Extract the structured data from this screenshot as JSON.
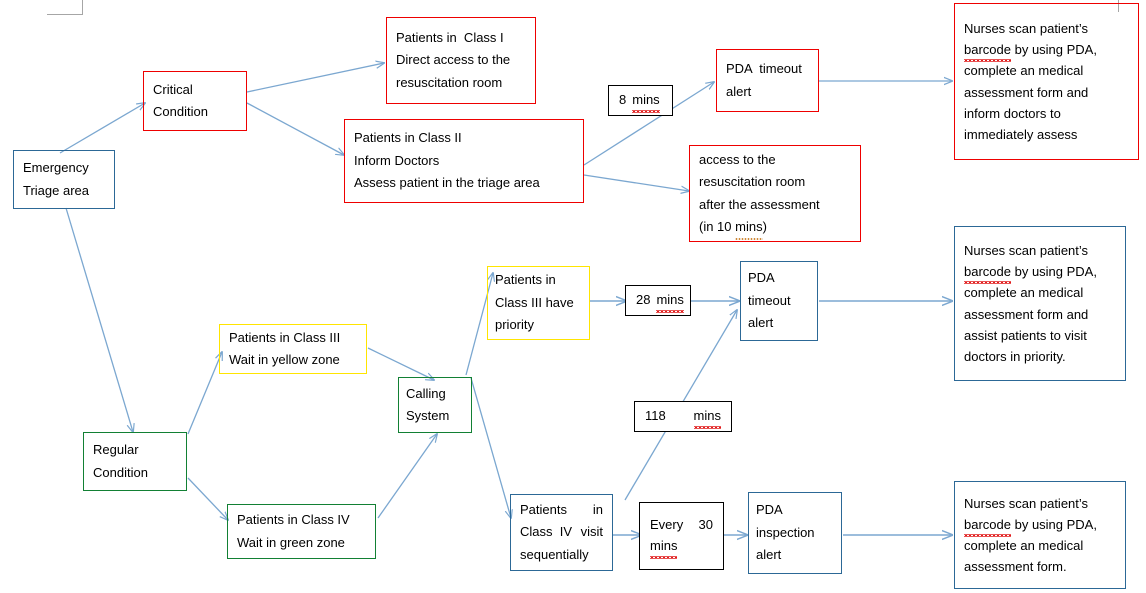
{
  "diagram": {
    "title": "Emergency Triage PDA Workflow",
    "colors": {
      "red": "#ee0000",
      "blue": "#2c6896",
      "green": "#128034",
      "yellow": "#ffe500",
      "black": "#000000",
      "arrow": "#7ba7d0"
    },
    "nodes": [
      {
        "id": "emergency-triage-area",
        "name": "emergency-triage-area-box",
        "border": "blue",
        "lines": [
          "Emergency",
          "Triage area"
        ]
      },
      {
        "id": "critical-condition",
        "name": "critical-condition-box",
        "border": "red",
        "lines": [
          "Critical",
          "Condition"
        ]
      },
      {
        "id": "regular-condition",
        "name": "regular-condition-box",
        "border": "green",
        "lines": [
          "Regular",
          "Condition"
        ]
      },
      {
        "id": "patients-class-i",
        "name": "patients-class-i-box",
        "border": "red",
        "lines": [
          "Patients in  Class I",
          "Direct access to the",
          "resuscitation room"
        ]
      },
      {
        "id": "patients-class-ii",
        "name": "patients-class-ii-box",
        "border": "red",
        "lines": [
          "Patients in Class II",
          "Inform Doctors",
          "Assess patient in the triage area"
        ]
      },
      {
        "id": "access-resuscitation",
        "name": "access-resuscitation-room-box",
        "border": "red",
        "lines": [
          "access to the",
          "resuscitation room",
          "after the assessment",
          "(in 10 mins)"
        ]
      },
      {
        "id": "pda-timeout-alert-top",
        "name": "pda-timeout-alert-top-box",
        "border": "red",
        "lines": [
          "PDA  timeout",
          "alert"
        ]
      },
      {
        "id": "nurses-action-top",
        "name": "nurses-action-top-box",
        "border": "red",
        "lines": [
          "Nurses scan patient’s",
          "barcode by using PDA,",
          "complete an medical",
          "assessment form and",
          "inform doctors to",
          "immediately assess"
        ]
      },
      {
        "id": "patients-class-iii-wait",
        "name": "patients-class-iii-wait-box",
        "border": "yellow",
        "lines": [
          "Patients in Class III",
          "Wait in yellow zone"
        ]
      },
      {
        "id": "patients-class-iv-wait",
        "name": "patients-class-iv-wait-box",
        "border": "green",
        "lines": [
          "Patients in Class IV",
          "Wait in green zone"
        ]
      },
      {
        "id": "calling-system",
        "name": "calling-system-box",
        "border": "green",
        "lines": [
          "Calling",
          "System"
        ]
      },
      {
        "id": "patients-class-iii-priority",
        "name": "patients-class-iii-priority-box",
        "border": "yellow",
        "lines": [
          "Patients in",
          "Class III have",
          "priority"
        ]
      },
      {
        "id": "patients-class-iv-sequential",
        "name": "patients-class-iv-sequential-box",
        "border": "blue",
        "lines": [
          [
            "Patients",
            "in"
          ],
          [
            "Class  IV",
            "visit"
          ],
          [
            "sequentially",
            ""
          ]
        ]
      },
      {
        "id": "pda-timeout-alert-mid",
        "name": "pda-timeout-alert-mid-box",
        "border": "blue",
        "lines": [
          "PDA",
          "timeout",
          "alert"
        ]
      },
      {
        "id": "pda-inspection-alert",
        "name": "pda-inspection-alert-box",
        "border": "blue",
        "lines": [
          "PDA",
          "inspection",
          "alert"
        ]
      },
      {
        "id": "nurses-action-mid",
        "name": "nurses-action-mid-box",
        "border": "blue",
        "lines": [
          "Nurses scan patient’s",
          "barcode by using PDA,",
          "complete an medical",
          "assessment form and",
          "assist patients to visit",
          "doctors in priority."
        ]
      },
      {
        "id": "nurses-action-bottom",
        "name": "nurses-action-bottom-box",
        "border": "blue",
        "lines": [
          "Nurses scan patient’s",
          "barcode by using PDA,",
          "complete an medical",
          "assessment form."
        ]
      }
    ],
    "timer_labels": [
      {
        "id": "t-8-mins",
        "name": "timer-label-8-mins",
        "value": "8",
        "unit": "mins"
      },
      {
        "id": "t-28-mins",
        "name": "timer-label-28-mins",
        "value": "28",
        "unit": "mins"
      },
      {
        "id": "t-118-mins",
        "name": "timer-label-118-mins",
        "value": "118",
        "unit": "mins"
      },
      {
        "id": "t-every-30",
        "name": "timer-label-every-30-mins",
        "value": "Every",
        "unit": "30",
        "second_line": "mins"
      }
    ],
    "edges": [
      {
        "from": "emergency-triage-area",
        "to": "critical-condition"
      },
      {
        "from": "emergency-triage-area",
        "to": "regular-condition"
      },
      {
        "from": "critical-condition",
        "to": "patients-class-i"
      },
      {
        "from": "critical-condition",
        "to": "patients-class-ii"
      },
      {
        "from": "patients-class-ii",
        "to": "pda-timeout-alert-top",
        "label": "8 mins"
      },
      {
        "from": "patients-class-ii",
        "to": "access-resuscitation"
      },
      {
        "from": "pda-timeout-alert-top",
        "to": "nurses-action-top"
      },
      {
        "from": "regular-condition",
        "to": "patients-class-iii-wait"
      },
      {
        "from": "regular-condition",
        "to": "patients-class-iv-wait"
      },
      {
        "from": "patients-class-iii-wait",
        "to": "calling-system"
      },
      {
        "from": "patients-class-iv-wait",
        "to": "calling-system"
      },
      {
        "from": "calling-system",
        "to": "patients-class-iii-priority"
      },
      {
        "from": "calling-system",
        "to": "patients-class-iv-sequential"
      },
      {
        "from": "patients-class-iii-priority",
        "to": "pda-timeout-alert-mid",
        "label": "28 mins"
      },
      {
        "from": "patients-class-iv-sequential",
        "to": "pda-timeout-alert-mid",
        "label": "118 mins"
      },
      {
        "from": "patients-class-iv-sequential",
        "to": "pda-inspection-alert",
        "label": "Every 30 mins"
      },
      {
        "from": "pda-timeout-alert-mid",
        "to": "nurses-action-mid"
      },
      {
        "from": "pda-inspection-alert",
        "to": "nurses-action-bottom"
      }
    ]
  }
}
